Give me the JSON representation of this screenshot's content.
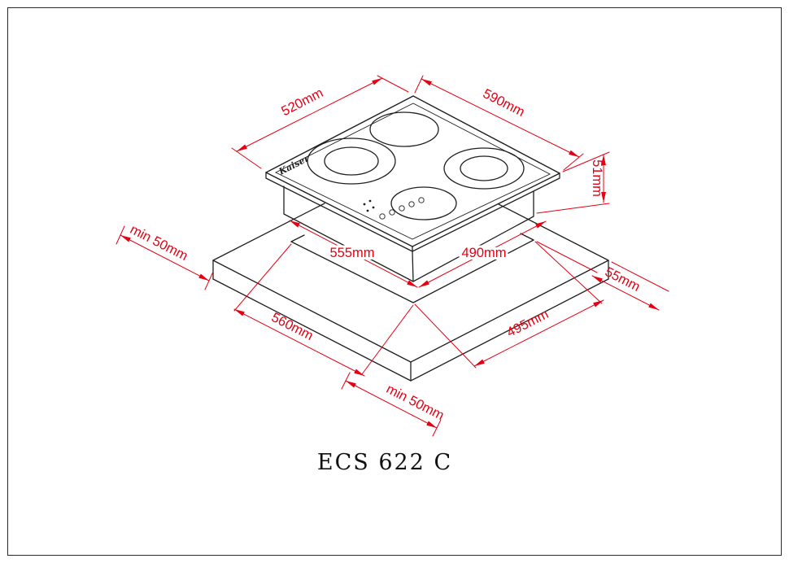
{
  "model": "ECS 622 C",
  "brand": "Kaiser",
  "accent_color": "#e60013",
  "line_color": "#1f1f1f",
  "dims": {
    "glass_width": "520mm",
    "glass_depth": "590mm",
    "height": "51mm",
    "body_width": "555mm",
    "body_depth": "490mm",
    "cutout_width": "560mm",
    "cutout_depth": "495mm",
    "side_clearance": "55mm",
    "clearance_left": "min 50mm",
    "clearance_front": "min 50mm"
  }
}
